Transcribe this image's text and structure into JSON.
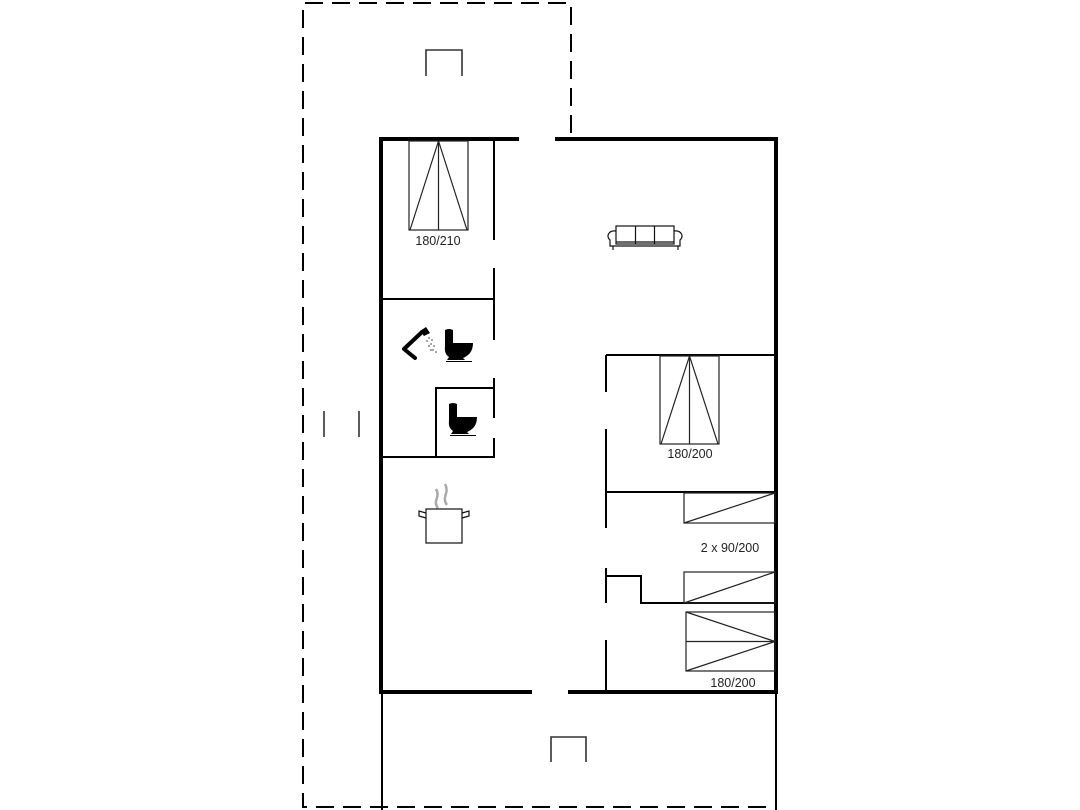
{
  "floorplan": {
    "labels": {
      "bed_top_left": "180/210",
      "bed_right_middle": "180/200",
      "twin_beds": "2 x 90/200",
      "bed_bottom_right": "180/200"
    },
    "icons": {
      "sofa": "sofa-icon",
      "shower": "shower-icon",
      "toilet_bathroom": "toilet-icon",
      "toilet_wc": "toilet-icon",
      "kitchen": "cooking-pot-icon",
      "entrance_top": "door-marker-icon",
      "entrance_bottom": "door-marker-icon",
      "entrance_left": "door-marker-icon"
    },
    "rooms": [
      {
        "name": "bedroom-top-left",
        "bed": "180/210"
      },
      {
        "name": "bathroom",
        "fixtures": [
          "shower",
          "toilet"
        ]
      },
      {
        "name": "wc",
        "fixtures": [
          "toilet"
        ]
      },
      {
        "name": "kitchen",
        "fixtures": [
          "cooking-pot"
        ]
      },
      {
        "name": "living-room",
        "fixtures": [
          "sofa"
        ]
      },
      {
        "name": "bedroom-right-middle",
        "bed": "180/200"
      },
      {
        "name": "bedroom-twin",
        "bed": "2 x 90/200"
      },
      {
        "name": "bedroom-bottom-right",
        "bed": "180/200"
      },
      {
        "name": "terrace-top"
      },
      {
        "name": "terrace-bottom"
      }
    ],
    "colors": {
      "wall": "#000000",
      "background": "#ffffff",
      "steam": "#aaaaaa"
    }
  }
}
